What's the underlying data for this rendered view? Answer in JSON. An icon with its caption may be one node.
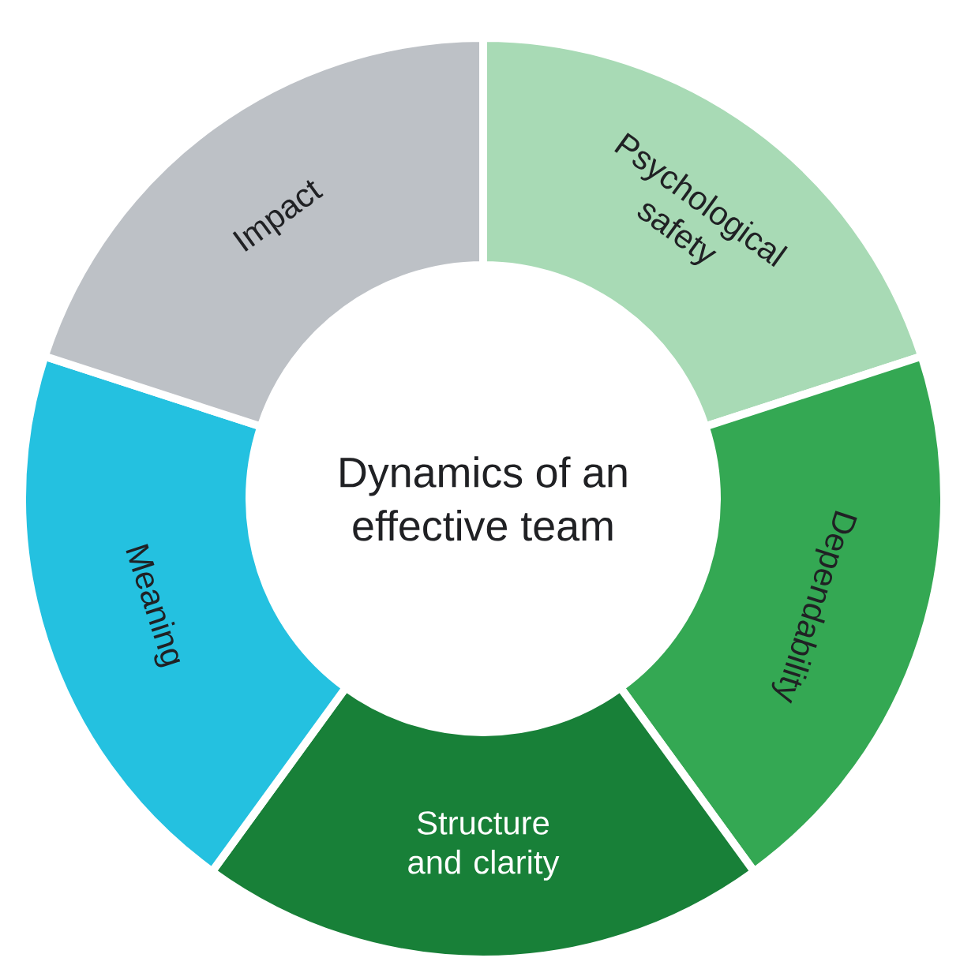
{
  "diagram": {
    "nodes": [
      {
        "text": [
          "Dynamics of an effective team"
        ]
      },
      {
        "text": [
          "Psychological safety"
        ]
      },
      {
        "text": [
          "Dependability"
        ]
      },
      {
        "text": [
          "Structure and clarity"
        ]
      },
      {
        "text": [
          "Meaning"
        ]
      },
      {
        "text": [
          "Impact"
        ]
      }
    ]
  }
}
